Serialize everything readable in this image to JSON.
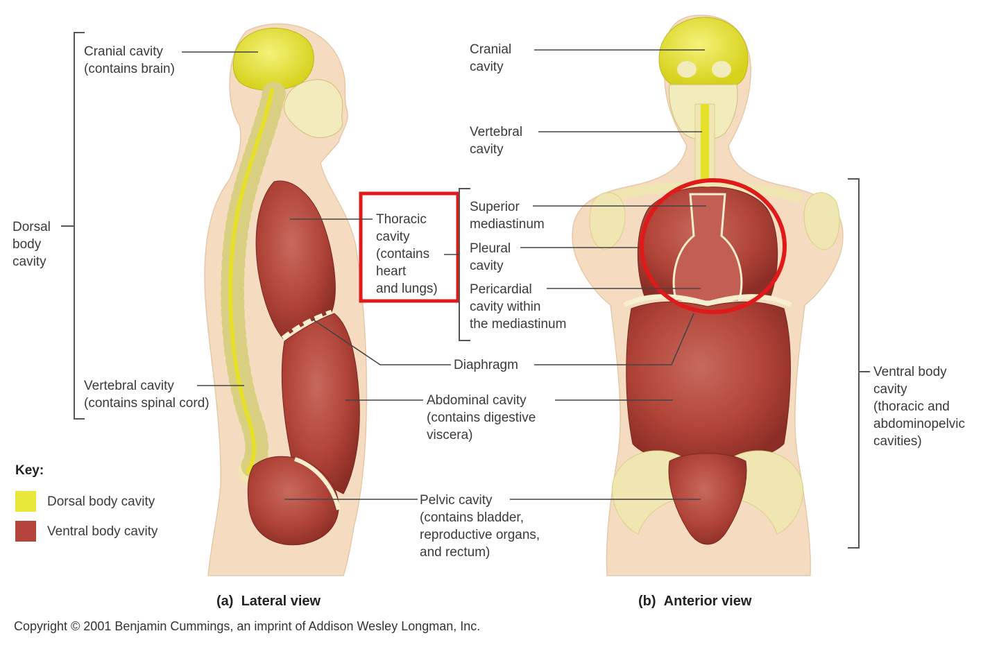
{
  "labels": {
    "lateral_cranial": [
      "Cranial cavity",
      "(contains brain)"
    ],
    "dorsal_body": [
      "Dorsal",
      "body",
      "cavity"
    ],
    "lateral_vertebral": [
      "Vertebral cavity",
      "(contains spinal cord)"
    ],
    "thoracic": [
      "Thoracic",
      "cavity",
      "(contains",
      "heart",
      "and lungs)"
    ],
    "superior_mediastinum": [
      "Superior",
      "mediastinum"
    ],
    "pleural": [
      "Pleural",
      "cavity"
    ],
    "pericardial": [
      "Pericardial",
      "cavity within",
      "the mediastinum"
    ],
    "diaphragm": [
      "Diaphragm"
    ],
    "abdominal": [
      "Abdominal cavity",
      "(contains digestive",
      "viscera)"
    ],
    "pelvic": [
      "Pelvic cavity",
      "(contains bladder,",
      "reproductive organs,",
      "and rectum)"
    ],
    "anterior_cranial": [
      "Cranial",
      "cavity"
    ],
    "anterior_vertebral": [
      "Vertebral",
      "cavity"
    ],
    "ventral_body": [
      "Ventral body",
      "cavity",
      "(thoracic and",
      "abdominopelvic",
      "cavities)"
    ]
  },
  "captions": {
    "lateral_letter": "(a)",
    "lateral": "Lateral view",
    "anterior_letter": "(b)",
    "anterior": "Anterior view"
  },
  "key": {
    "title": "Key:",
    "dorsal_label": "Dorsal body cavity",
    "ventral_label": "Ventral body cavity",
    "dorsal_color": "#e8e83a",
    "ventral_color": "#b5453c"
  },
  "copyright": "Copyright © 2001 Benjamin Cummings, an imprint of Addison Wesley Longman, Inc.",
  "colors": {
    "body": "#f5dcc0",
    "bone": "#f0e8b0",
    "organ": "#b34a3e",
    "organ_dark": "#8e3028",
    "highlight": "#e01919",
    "line": "#444444"
  }
}
